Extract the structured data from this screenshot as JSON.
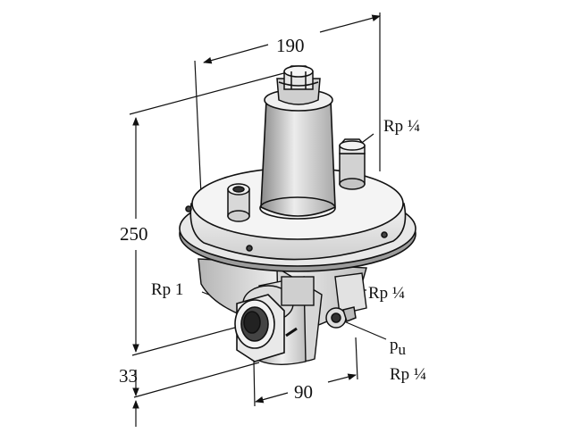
{
  "colors": {
    "ink": "#111111",
    "paper": "#ffffff",
    "shade": "#9a9a9a",
    "light": "#e4e4e4"
  },
  "dimensions": {
    "width_top": "190",
    "height": "250",
    "bottom_offset": "33",
    "width_bottom": "90"
  },
  "labels": {
    "port_top": "Rp ¼",
    "port_inlet": "Rp 1",
    "port_outlet": "Rp ¼",
    "pu_symbol": "p",
    "pu_subscript": "u",
    "port_pu": "Rp ¼"
  }
}
